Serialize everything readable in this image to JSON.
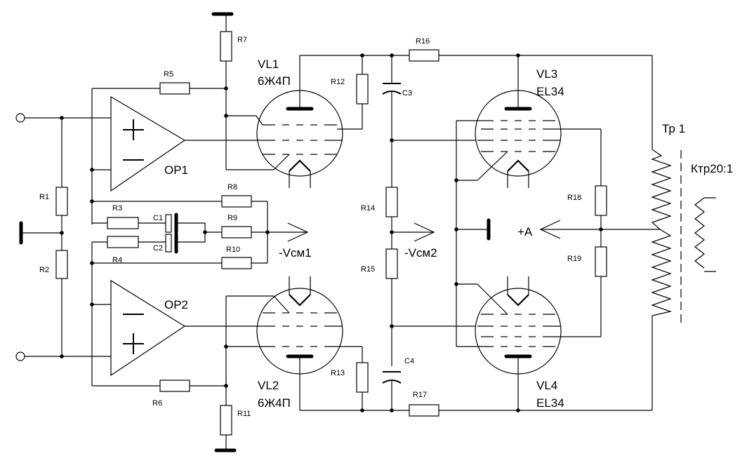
{
  "labels": {
    "R1": "R1",
    "R2": "R2",
    "R3": "R3",
    "R4": "R4",
    "R5": "R5",
    "R6": "R6",
    "R7": "R7",
    "R8": "R8",
    "R9": "R9",
    "R10": "R10",
    "R11": "R11",
    "R12": "R12",
    "R13": "R13",
    "R14": "R14",
    "R15": "R15",
    "R16": "R16",
    "R17": "R17",
    "R18": "R18",
    "R19": "R19",
    "C1": "C1",
    "C2": "C2",
    "C3": "C3",
    "C4": "C4",
    "OP1": "OP1",
    "OP2": "OP2",
    "VL1": "VL1",
    "VL1_type": "6Ж4П",
    "VL2": "VL2",
    "VL2_type": "6Ж4П",
    "VL3": "VL3",
    "VL3_type": "EL34",
    "VL4": "VL4",
    "VL4_type": "EL34",
    "Vcm1": "-Vсм1",
    "Vcm2": "-Vсм2",
    "plusA": "+A",
    "Tr1": "Тр 1",
    "Ktr": "Ктр20:1",
    "plus": "+",
    "minus": "−"
  }
}
